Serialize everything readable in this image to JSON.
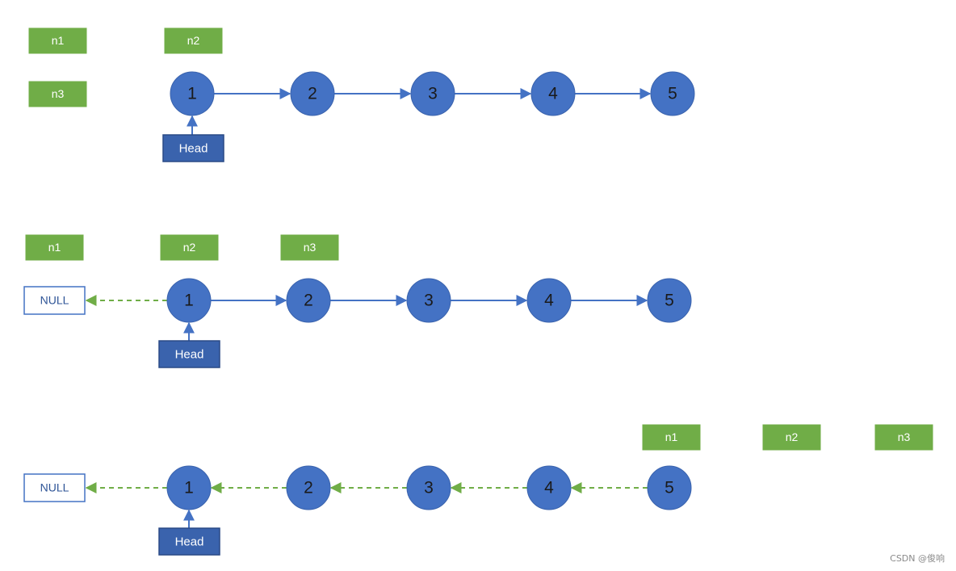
{
  "colors": {
    "node_fill": "#4472c4",
    "node_stroke": "#3a63ad",
    "pointer_fill": "#70ad47",
    "head_fill": "#3a63ad",
    "head_stroke": "#2a4a86",
    "null_stroke": "#4472c4",
    "arrow_solid": "#4472c4",
    "arrow_dashed": "#70ad47"
  },
  "panels": [
    {
      "nodes": [
        "1",
        "2",
        "3",
        "4",
        "5"
      ],
      "pointers": [
        "n1",
        "n2",
        "n3"
      ],
      "head_label": "Head",
      "null_label": "",
      "links": "forward"
    },
    {
      "nodes": [
        "1",
        "2",
        "3",
        "4",
        "5"
      ],
      "pointers": [
        "n1",
        "n2",
        "n3"
      ],
      "head_label": "Head",
      "null_label": "NULL",
      "links": "first-reversed"
    },
    {
      "nodes": [
        "1",
        "2",
        "3",
        "4",
        "5"
      ],
      "pointers": [
        "n1",
        "n2",
        "n3"
      ],
      "head_label": "Head",
      "null_label": "NULL",
      "links": "all-reversed"
    }
  ],
  "watermark": "CSDN @俊响"
}
